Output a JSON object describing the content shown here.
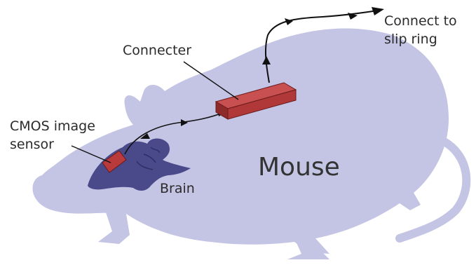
{
  "labels": {
    "connect_line1": "Connect to",
    "connect_line2": "slip ring",
    "connecter": "Connecter",
    "cmos_line1": "CMOS image",
    "cmos_line2": "sensor",
    "brain": "Brain",
    "mouse": "Mouse"
  },
  "colors": {
    "mouse_body": "#c4c4e4",
    "brain": "#4a4a8a",
    "connector_red": "#b83a3a",
    "wire": "#111111"
  }
}
